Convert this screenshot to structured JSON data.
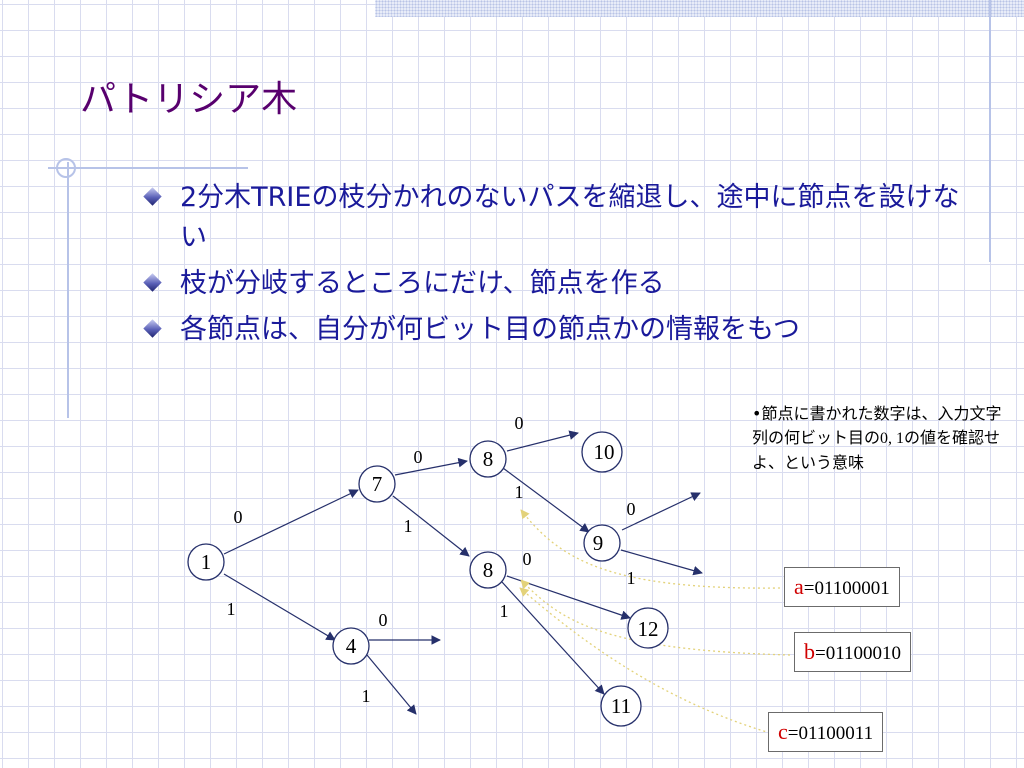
{
  "title": "パトリシア木",
  "bullets": [
    "2分木TRIEの枝分かれのないパスを縮退し、途中に節点を設けない",
    "枝が分岐するところにだけ、節点を作る",
    "各節点は、自分が何ビット目の節点かの情報をもつ"
  ],
  "note": {
    "before": "•節点に書かれた数字は、入力文字列の何ビット目の",
    "bits": "0, 1",
    "after": "の値を確認せよ、という意味"
  },
  "tree": {
    "nodes": [
      {
        "id": "n1",
        "label": "1"
      },
      {
        "id": "n7",
        "label": "7"
      },
      {
        "id": "n4",
        "label": "4"
      },
      {
        "id": "n8a",
        "label": "8"
      },
      {
        "id": "n8b",
        "label": "8"
      },
      {
        "id": "n10",
        "label": "10"
      },
      {
        "id": "n9",
        "label": "9"
      },
      {
        "id": "n12",
        "label": "12"
      },
      {
        "id": "n11",
        "label": "11"
      }
    ],
    "edge_labels": [
      {
        "id": "e1-7",
        "label": "0"
      },
      {
        "id": "e1-4",
        "label": "1"
      },
      {
        "id": "e7-8a",
        "label": "0"
      },
      {
        "id": "e7-8b",
        "label": "1"
      },
      {
        "id": "e4-0",
        "label": "0"
      },
      {
        "id": "e4-1",
        "label": "1"
      },
      {
        "id": "e8a-10",
        "label": "0"
      },
      {
        "id": "e8a-9",
        "label": "1"
      },
      {
        "id": "e9-0",
        "label": "0"
      },
      {
        "id": "e9-1",
        "label": "1"
      },
      {
        "id": "e8b-12",
        "label": "0"
      },
      {
        "id": "e8b-11",
        "label": "1"
      }
    ]
  },
  "codes": [
    {
      "letter": "a",
      "rest": "=01100001"
    },
    {
      "letter": "b",
      "rest": "=01100010"
    },
    {
      "letter": "c",
      "rest": "=01100011"
    }
  ],
  "colors": {
    "title": "#58006e",
    "bullet_text": "#1a1a9a",
    "code_letter": "#d00000",
    "pointer_curve": "#e3d27a",
    "grid": "#d9dcef"
  }
}
